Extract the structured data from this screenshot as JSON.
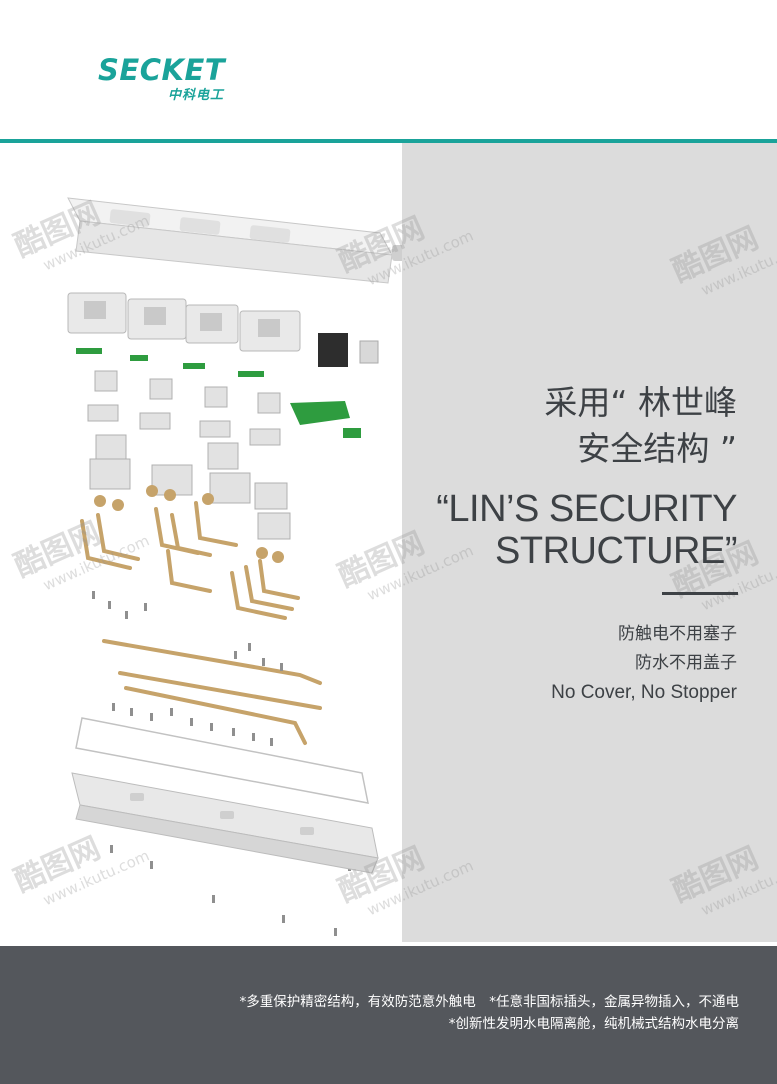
{
  "brand": {
    "logo_word": "SECKET",
    "logo_cn": "中科电工",
    "colors": {
      "accent": "#1aa39a",
      "panel": "#dcdcdc",
      "footer": "#54575c",
      "text": "#3d4145"
    }
  },
  "headline": {
    "cn_line1": "采用“ 林世峰",
    "cn_line2": "安全结构 ”",
    "en_line1": "“LIN’S SECURITY",
    "en_line2": "STRUCTURE”"
  },
  "features": {
    "cn1": "防触电不用塞子",
    "cn2": "防水不用盖子",
    "en": "No Cover, No Stopper"
  },
  "footer": {
    "line1": "*多重保护精密结构，有效防范意外触电　*任意非国标插头，金属异物插入，不通电",
    "line2": "*创新性发明水电隔离舱，纯机械式结构水电分离"
  },
  "watermark": {
    "cn": "酷图网",
    "url": "www.ikutu.com"
  },
  "icons": {
    "diagram": "exploded-power-strip-illustration"
  }
}
